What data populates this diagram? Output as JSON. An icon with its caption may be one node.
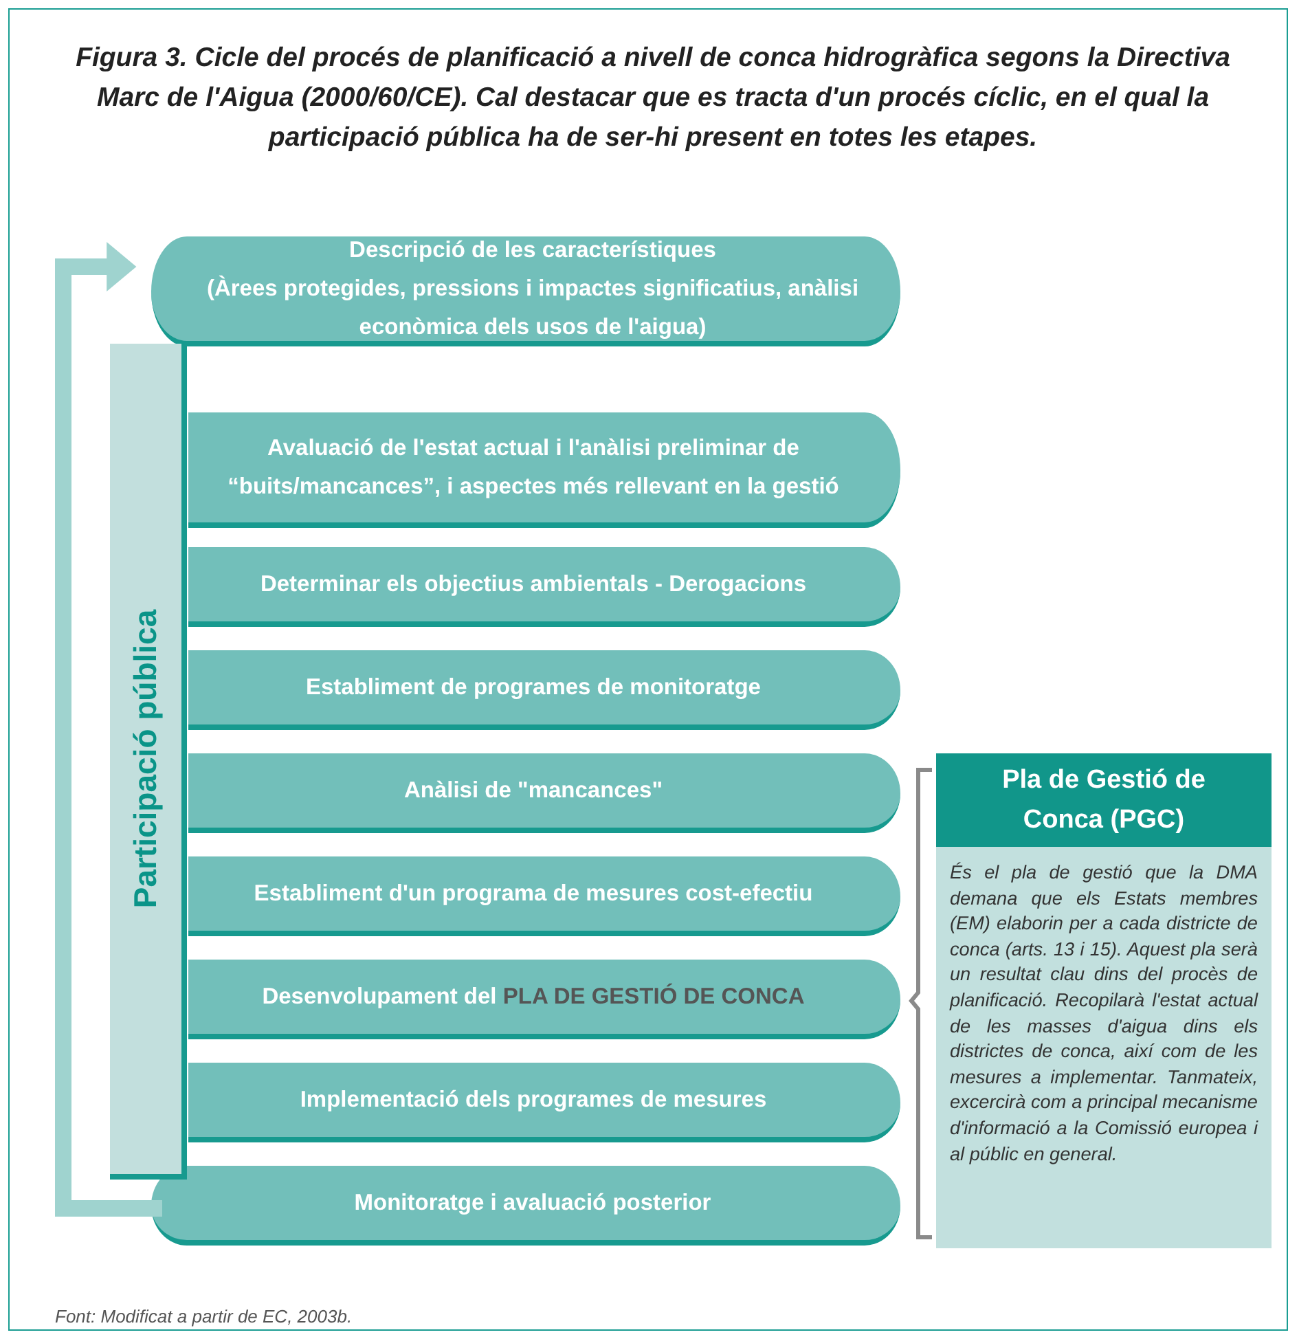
{
  "diagram": {
    "title": "Figura 3. Cicle del procés de planificació a nivell de conca hidrogràfica segons la Directiva Marc de l'Aigua (2000/60/CE). Cal destacar que es tracta d'un procés cíclic, en el qual la participació pública ha de ser-hi present en totes les etapes.",
    "caption": "Font: Modificat a partir de EC, 2003b.",
    "nodes": [
      {
        "text": [
          "Descripció de les característiques",
          "(Àrees protegides, pressions i impactes significatius, anàlisi econòmica dels usos de l'aigua)"
        ]
      },
      {
        "text": [
          "Avaluació de l'estat actual i l'anàlisi preliminar de “buits/mancances”, i aspectes més rellevant en la gestió"
        ]
      },
      {
        "text": [
          "Determinar els objectius ambientals - Derogacions"
        ]
      },
      {
        "text": [
          "Establiment de programes de monitoratge"
        ]
      },
      {
        "text": [
          "Anàlisi de \"mancances\""
        ]
      },
      {
        "text": [
          "Establiment d'un programa de mesures cost-efectiu"
        ]
      },
      {
        "text": [
          "Desenvolupament del **PLA DE GESTIÓ DE CONCA**"
        ]
      },
      {
        "text": [
          "Implementació dels programes de mesures"
        ]
      },
      {
        "text": [
          "Monitoratge i avaluació posterior"
        ]
      },
      {
        "text": [
          "Participació pública"
        ]
      },
      {
        "text": [
          "Pla de Gestió de Conca (PGC)",
          "És el pla de gestió que la DMA demana que els Estats membres (EM) elaborin per a cada districte de conca (arts. 13 i 15). Aquest pla serà un resultat clau dins del procès de planificació. Recopilarà l'estat actual de les masses d'aigua dins els districtes de conca, així com de les mesures a implementar. Tanmateix, excercirà com a principal mecanisme d'informació a la Comissió europea i al públic en general."
        ]
      }
    ],
    "edges": [
      {
        "from": 8,
        "to": 0,
        "arrow": "to"
      }
    ]
  }
}
